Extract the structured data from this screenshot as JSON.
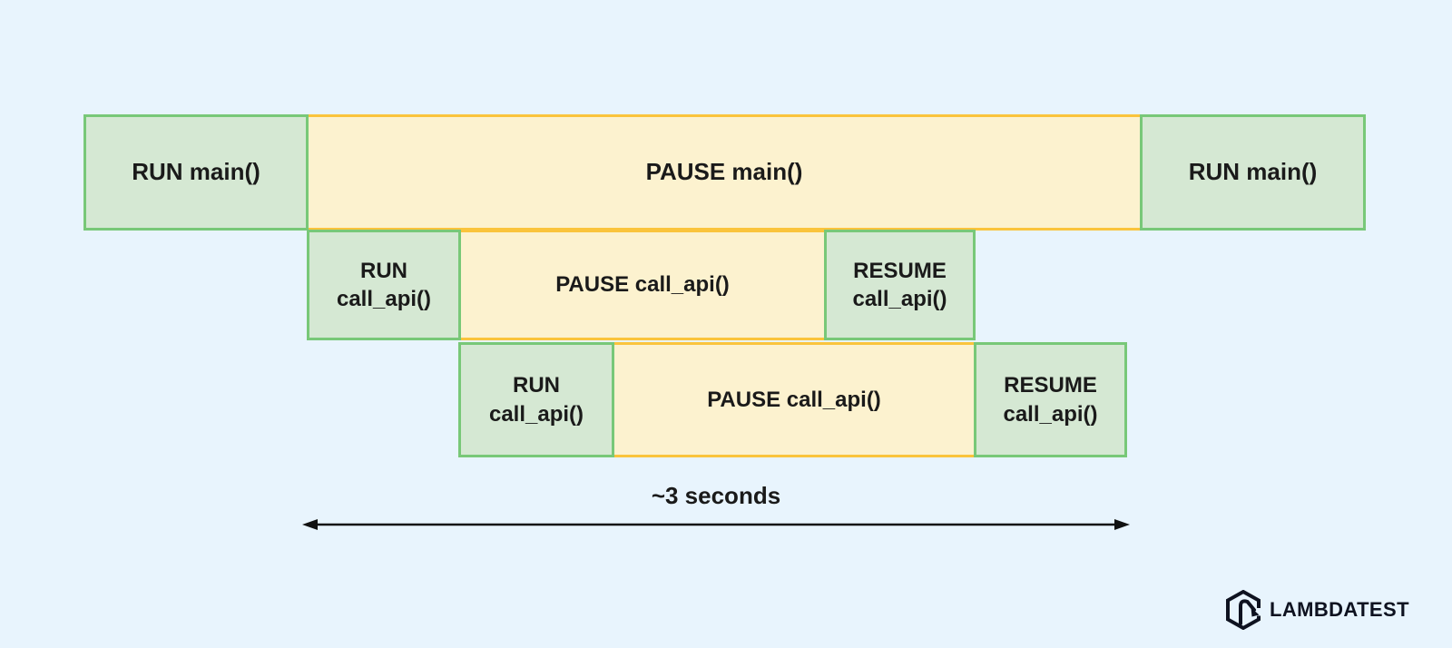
{
  "canvas": {
    "background": "#E8F4FD"
  },
  "palette": {
    "run_fill": "#D5E8D3",
    "run_border": "#78C878",
    "pause_fill": "#FCF2CF",
    "pause_border": "#FAC43C",
    "text": "#1A1A1A",
    "arrow": "#111111"
  },
  "timeline": {
    "rows": [
      {
        "name": "main-thread",
        "blocks": [
          {
            "label": "RUN main()",
            "state": "run"
          },
          {
            "label": "PAUSE main()",
            "state": "pause"
          },
          {
            "label": "RUN main()",
            "state": "run"
          }
        ]
      },
      {
        "name": "call-api-first",
        "blocks": [
          {
            "label": "RUN call_api()",
            "state": "run"
          },
          {
            "label": "PAUSE call_api()",
            "state": "pause"
          },
          {
            "label": "RESUME call_api()",
            "state": "run"
          }
        ]
      },
      {
        "name": "call-api-second",
        "blocks": [
          {
            "label": "RUN call_api()",
            "state": "run"
          },
          {
            "label": "PAUSE call_api()",
            "state": "pause"
          },
          {
            "label": "RESUME call_api()",
            "state": "run"
          }
        ]
      }
    ],
    "duration_label": "~3 seconds",
    "arrow_icon": "double-arrow-horizontal-icon"
  },
  "branding": {
    "logo_text": "LAMBDATEST",
    "logo_icon": "lambdatest-hexagon-arrow-icon"
  }
}
